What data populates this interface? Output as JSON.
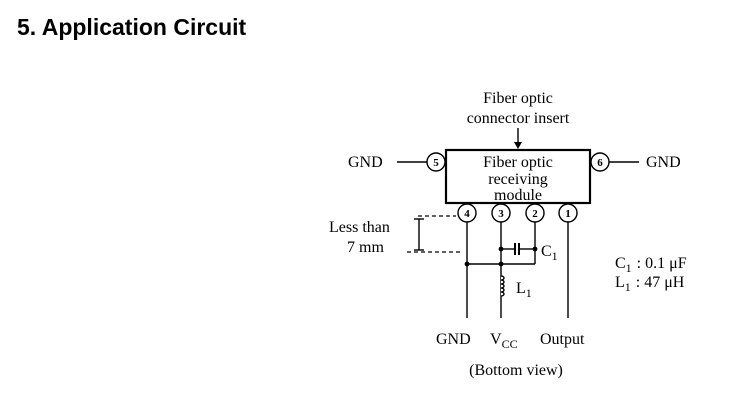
{
  "section_title": "5. Application Circuit",
  "diagram": {
    "connector_label": [
      "Fiber optic",
      "connector insert"
    ],
    "module_label": [
      "Fiber optic",
      "receiving",
      "module"
    ],
    "pins": [
      "5",
      "6",
      "4",
      "3",
      "2",
      "1"
    ],
    "left_gnd": "GND",
    "right_gnd": "GND",
    "dimension_label": [
      "Less than",
      "7 mm"
    ],
    "capacitor_name": "C",
    "capacitor_sub": "1",
    "inductor_name": "L",
    "inductor_sub": "1",
    "bottom_labels": {
      "gnd": "GND",
      "vcc_main": "V",
      "vcc_sub": "CC",
      "output": "Output"
    },
    "view_caption": "(Bottom view)",
    "specs": [
      {
        "name": "C",
        "sub": "1",
        "value": ": 0.1 μF"
      },
      {
        "name": "L",
        "sub": "1",
        "value": ": 47 μH"
      }
    ]
  }
}
